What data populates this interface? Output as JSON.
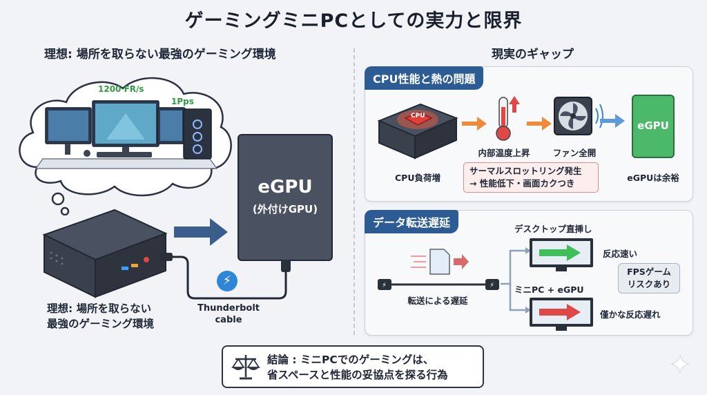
{
  "title": "ゲーミングミニPCとしての実力と限界",
  "left": {
    "heading": "理想: 場所を取らない最強のゲーミング環境",
    "thought_bubble": {
      "fps_label": "1200 FR/s",
      "pps_label": "1Pps"
    },
    "egpu": {
      "name": "eGPU",
      "subtitle": "(外付けGPU)"
    },
    "cable_label_line1": "Thunderbolt",
    "cable_label_line2": "cable",
    "caption_line1": "理想: 場所を取らない",
    "caption_line2": "最強のゲーミング環境"
  },
  "right": {
    "heading": "現実のギャップ",
    "cpu_panel": {
      "tab": "CPU性能と熱の問題",
      "chip_label": "CPU",
      "cpu_load": "CPU負荷増",
      "temp_rise": "内部温度上昇",
      "fan_full": "ファン全開",
      "egpu_label": "eGPU",
      "egpu_status": "eGPUは余裕",
      "throttle_line1": "サーマルスロットリング発生",
      "throttle_line2": "→ 性能低下・画面カクつき"
    },
    "transfer_panel": {
      "tab": "データ転送遅延",
      "transfer_delay": "転送による遅延",
      "desktop_direct": "デスクトップ直挿し",
      "fast_response": "反応速い",
      "minipc_egpu": "ミニPC + eGPU",
      "slight_delay": "僅かな反応遅れ",
      "fps_risk_line1": "FPSゲーム",
      "fps_risk_line2": "リスクあり"
    }
  },
  "conclusion": {
    "line1": "結論 : ミニPCでのゲーミングは、",
    "line2": "省スペースと性能の妥協点を探る行為"
  },
  "colors": {
    "accent_blue": "#2d5b94",
    "egpu_green": "#4cb86a",
    "warning_red": "#e04848",
    "highlight_green": "#2e9d3f"
  }
}
